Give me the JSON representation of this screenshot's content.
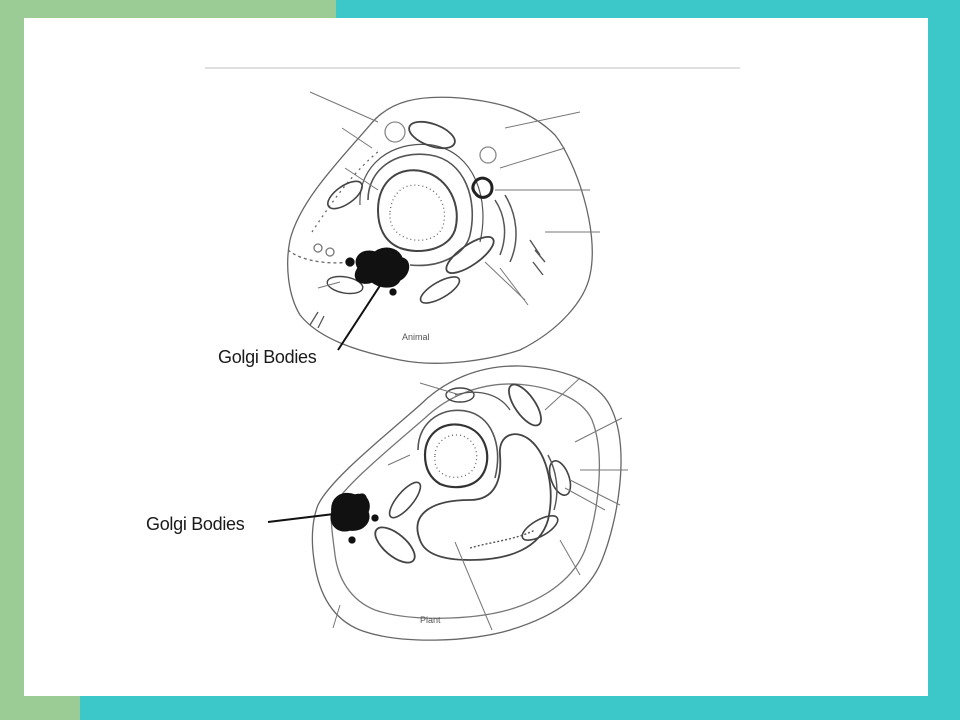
{
  "diagram": {
    "animal_cell": {
      "caption": "Animal",
      "golgi_label": "Golgi Bodies"
    },
    "plant_cell": {
      "caption": "Plant",
      "golgi_label": "Golgi Bodies"
    }
  },
  "colors": {
    "frame_teal": "#3cc8c8",
    "frame_green": "#9ccc96",
    "slide_bg": "#ffffff",
    "ink": "#1a1a1a"
  }
}
